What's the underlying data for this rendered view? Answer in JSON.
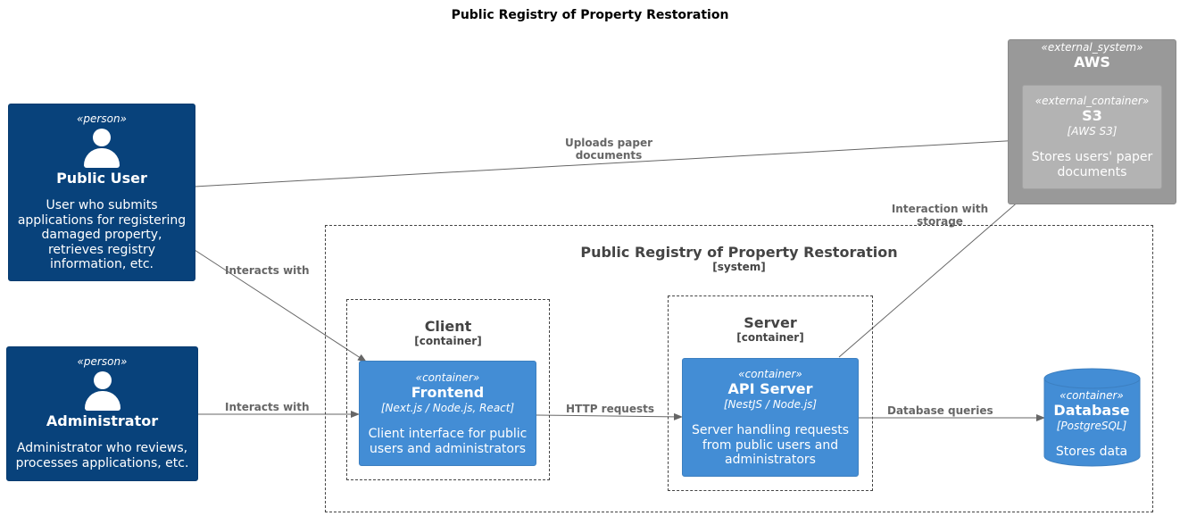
{
  "title": "Public Registry of Property Restoration",
  "people": {
    "public_user": {
      "stereotype": "«person»",
      "name": "Public User",
      "description": "User who submits applications for registering damaged property, retrieves registry information, etc."
    },
    "administrator": {
      "stereotype": "«person»",
      "name": "Administrator",
      "description": "Administrator who reviews, processes applications, etc."
    }
  },
  "external_system": {
    "stereotype": "«external_system»",
    "name": "AWS",
    "container": {
      "stereotype": "«external_container»",
      "name": "S3",
      "technology": "[AWS S3]",
      "description": "Stores users' paper documents"
    }
  },
  "system_boundary": {
    "name": "Public Registry of Property Restoration",
    "type": "[system]"
  },
  "client_boundary": {
    "name": "Client",
    "type": "[container]",
    "frontend": {
      "stereotype": "«container»",
      "name": "Frontend",
      "technology": "[Next.js / Node.js, React]",
      "description": "Client interface for public users and administrators"
    }
  },
  "server_boundary": {
    "name": "Server",
    "type": "[container]",
    "api": {
      "stereotype": "«container»",
      "name": "API Server",
      "technology": "[NestJS / Node.js]",
      "description": "Server handling requests from public users and administrators"
    }
  },
  "database": {
    "stereotype": "«container»",
    "name": "Database",
    "technology": "[PostgreSQL]",
    "description": "Stores data"
  },
  "edges": {
    "uploads": "Uploads paper documents",
    "user_interacts": "Interacts with",
    "admin_interacts": "Interacts with",
    "http": "HTTP requests",
    "db_queries": "Database queries",
    "storage": "Interaction with storage"
  },
  "colors": {
    "person": "#08427b",
    "container": "#438dd5",
    "external_system": "#999999",
    "external_container": "#b3b3b3",
    "arrow": "#666666"
  }
}
